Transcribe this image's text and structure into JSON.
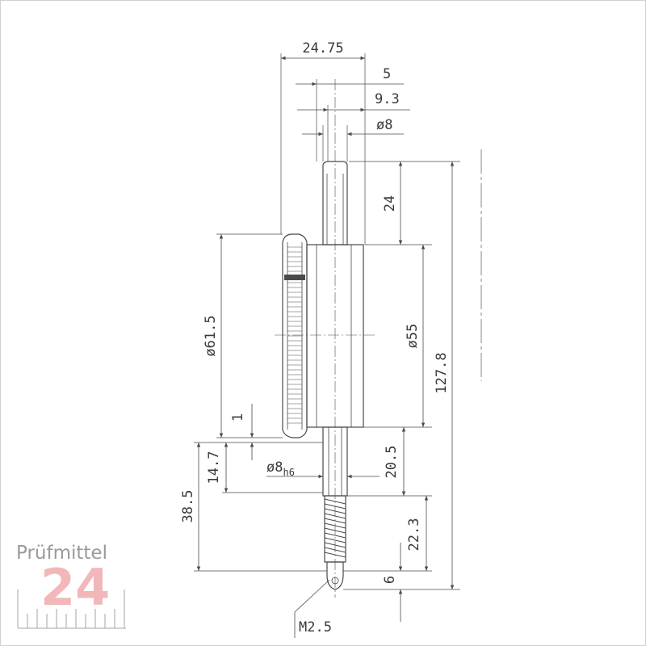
{
  "dimensions": {
    "d_24_75": "24.75",
    "d_5": "5",
    "d_9_3": "9.3",
    "d_o8_top": "ø8",
    "d_24": "24",
    "d_o61_5": "ø61.5",
    "d_o55": "ø55",
    "d_127_8": "127.8",
    "d_1": "1",
    "d_14_7": "14.7",
    "d_o8h6": "ø8",
    "d_h6_sub": "h6",
    "d_20_5": "20.5",
    "d_38_5": "38.5",
    "d_22_3": "22.3",
    "d_6": "6",
    "d_m2_5": "M2.5"
  },
  "logo": {
    "brand": "Prüfmittel",
    "number": "24"
  },
  "colors": {
    "line": "#4a4a4a",
    "logo_text": "#9a9a9a",
    "logo_number": "#f2b7b9"
  }
}
